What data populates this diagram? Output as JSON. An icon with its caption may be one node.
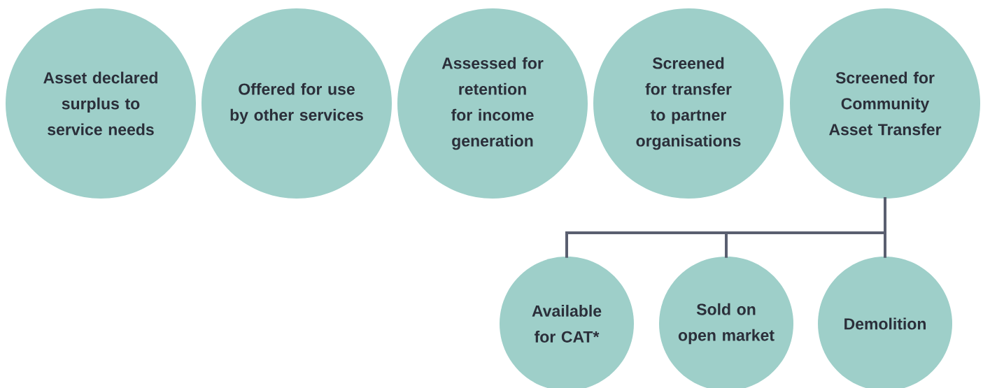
{
  "diagram": {
    "nodes": [
      {
        "text": [
          "Asset declared surplus to service needs"
        ]
      },
      {
        "text": [
          "Offered for use by other services"
        ]
      },
      {
        "text": [
          "Assessed for retention for income generation"
        ]
      },
      {
        "text": [
          "Screened for transfer to partner organisations"
        ]
      },
      {
        "text": [
          "Screened for Community Asset Transfer"
        ]
      },
      {
        "text": [
          "Available for CAT*"
        ]
      },
      {
        "text": [
          "Sold on open market"
        ]
      },
      {
        "text": [
          "Demolition"
        ]
      }
    ],
    "edges": [
      {
        "from": 4,
        "to": 5,
        "arrow": "none"
      },
      {
        "from": 4,
        "to": 6,
        "arrow": "none"
      },
      {
        "from": 4,
        "to": 7,
        "arrow": "none"
      }
    ]
  }
}
